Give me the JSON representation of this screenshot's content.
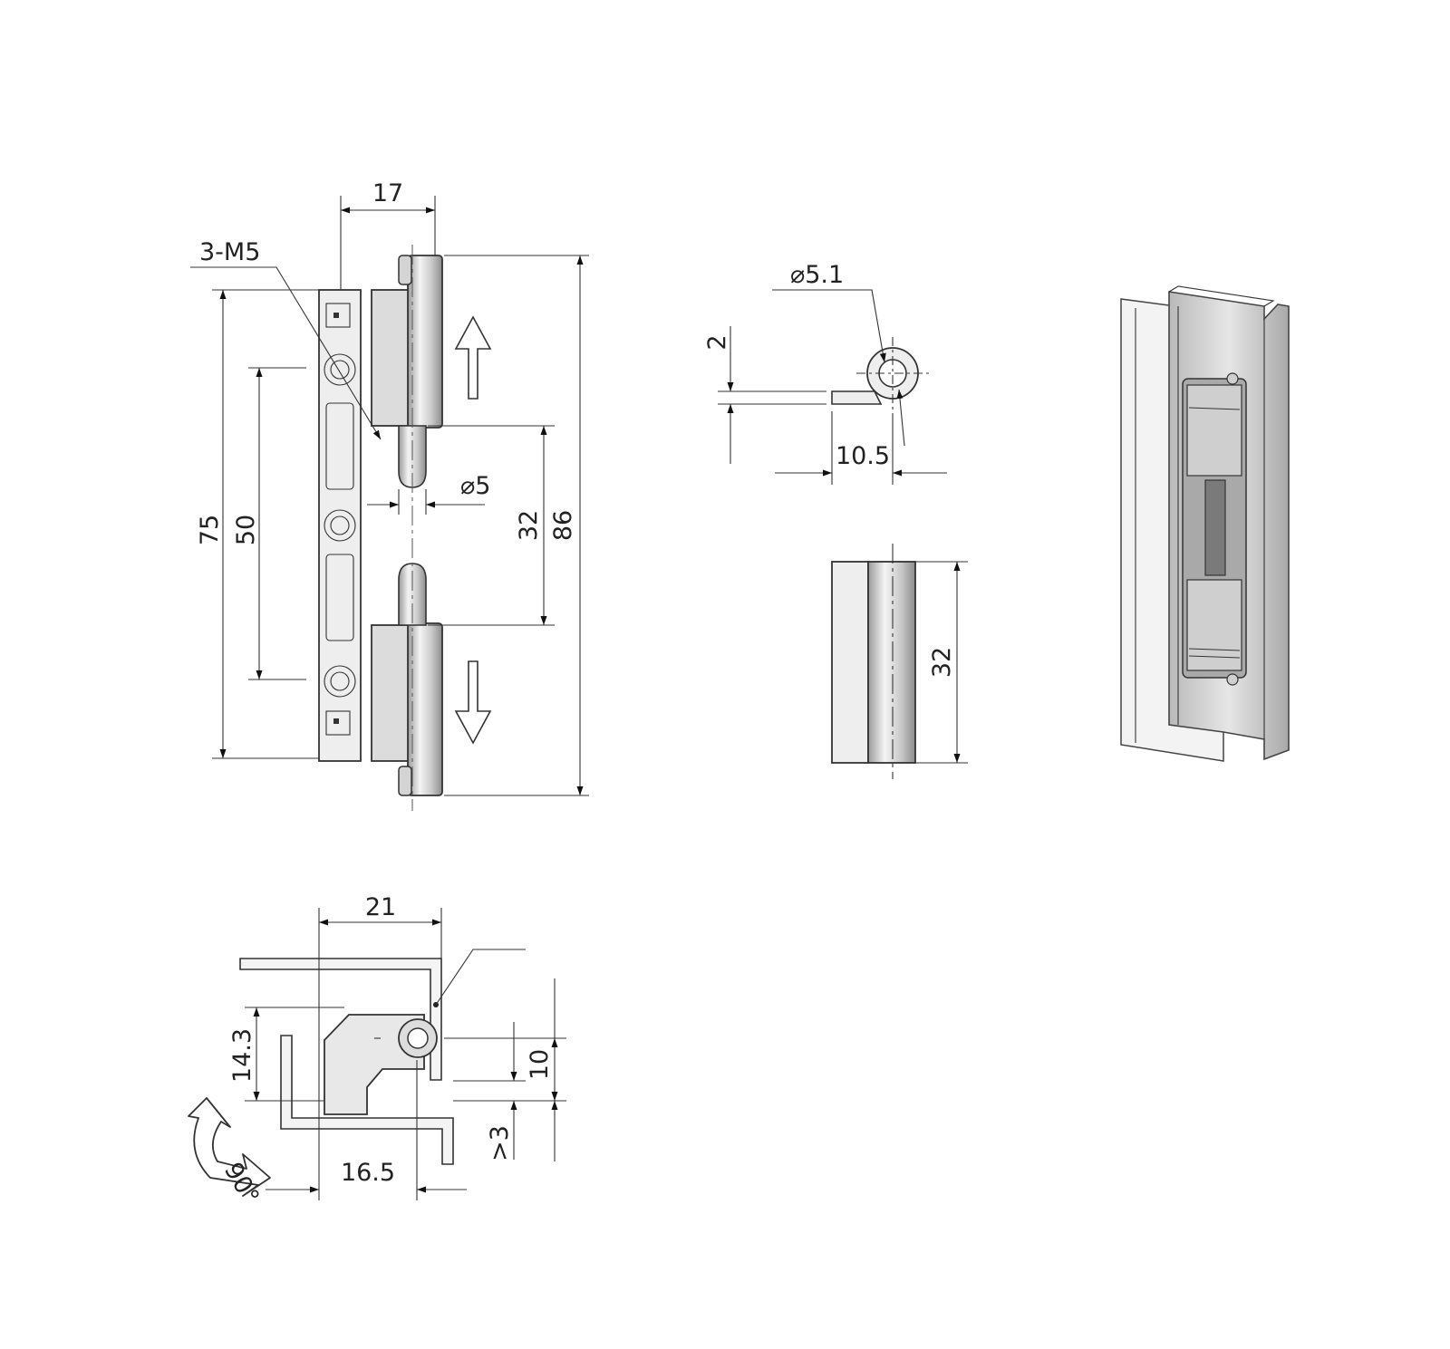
{
  "front_view": {
    "width_label": "17",
    "thread_label": "3-M5",
    "outer_height_label": "75",
    "hole_pitch_label": "50",
    "pin_diameter_label": "⌀5",
    "pin_gap_label": "32",
    "total_height_label": "86"
  },
  "side_view": {
    "eye_diameter_label": "⌀5.1",
    "thickness_label": "2",
    "offset_label": "10.5"
  },
  "knuckle_view": {
    "height_label": "32"
  },
  "bottom_view": {
    "width_label": "21",
    "height_label": "14.3",
    "pin_height_label": "10",
    "clearance_label": ">3",
    "offset_label": "16.5",
    "angle_label": "90°"
  },
  "colors": {
    "line": "#222222",
    "part_fill": "#eeeeee",
    "shade": "#b8b8b8"
  }
}
